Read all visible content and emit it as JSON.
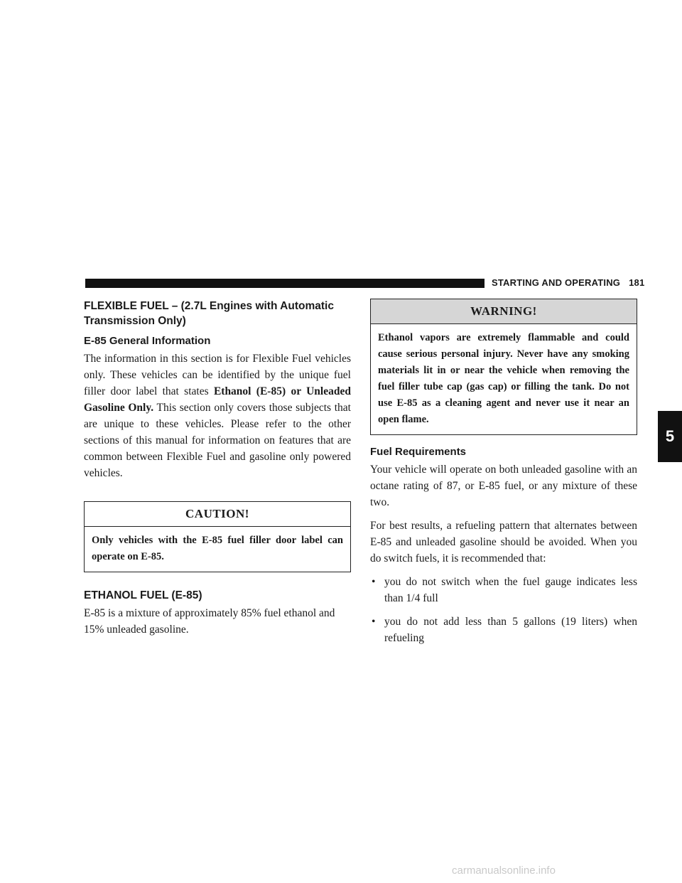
{
  "header": {
    "section_title": "STARTING AND OPERATING",
    "page_number": "181"
  },
  "chapter_tab": "5",
  "left_column": {
    "heading": "FLEXIBLE FUEL – (2.7L Engines with Automatic Transmission Only)",
    "general_info": {
      "subheading": "E-85 General Information",
      "text_before_bold": "The information in this section is for Flexible Fuel vehicles only. These vehicles can be identified by the unique fuel filler door label that states ",
      "bold_text": "Ethanol (E-85) or Unleaded Gasoline Only.",
      "text_after_bold": " This section only covers those subjects that are unique to these vehicles. Please refer to the other sections of this manual for information on features that are common between Flexible Fuel and gasoline only powered vehicles."
    },
    "caution": {
      "title": "CAUTION!",
      "text": "Only vehicles with the E-85 fuel filler door label can operate on E-85."
    },
    "ethanol": {
      "heading": "ETHANOL FUEL (E-85)",
      "text": "E-85 is a mixture of approximately 85% fuel ethanol and 15% unleaded gasoline."
    }
  },
  "right_column": {
    "warning": {
      "title": "WARNING!",
      "text": "Ethanol vapors are extremely flammable and could cause serious personal injury. Never have any smoking materials lit in or near the vehicle when removing the fuel filler tube cap (gas cap) or filling the tank. Do not use E-85 as a cleaning agent and never use it near an open flame."
    },
    "fuel_requirements": {
      "subheading": "Fuel Requirements",
      "paragraph1": "Your vehicle will operate on both unleaded gasoline with an octane rating of 87, or E-85 fuel, or any mixture of these two.",
      "paragraph2": "For best results, a refueling pattern that alternates between E-85 and unleaded gasoline should be avoided. When you do switch fuels, it is recommended that:",
      "bullets": [
        "you do not switch when the fuel gauge indicates less than 1/4 full",
        "you do not add less than 5 gallons (19 liters) when refueling"
      ]
    }
  },
  "watermark": "carmanualsonline.info",
  "icons": {
    "bullet": "•"
  }
}
